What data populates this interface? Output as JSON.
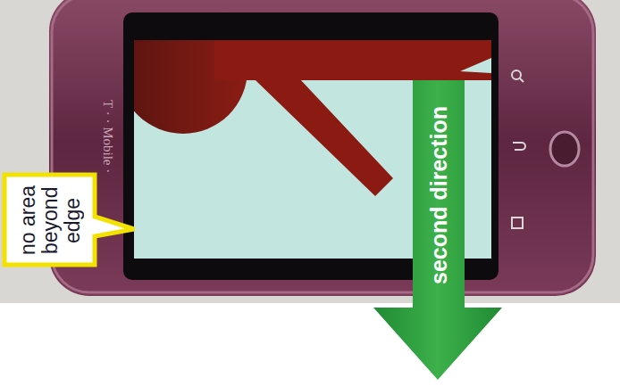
{
  "diagram": {
    "nodes": [
      {
        "text": [
          "no area beyond edge"
        ]
      },
      {
        "text": [
          "second direction"
        ]
      }
    ],
    "labels": [
      "T · · Mobile ·"
    ]
  }
}
